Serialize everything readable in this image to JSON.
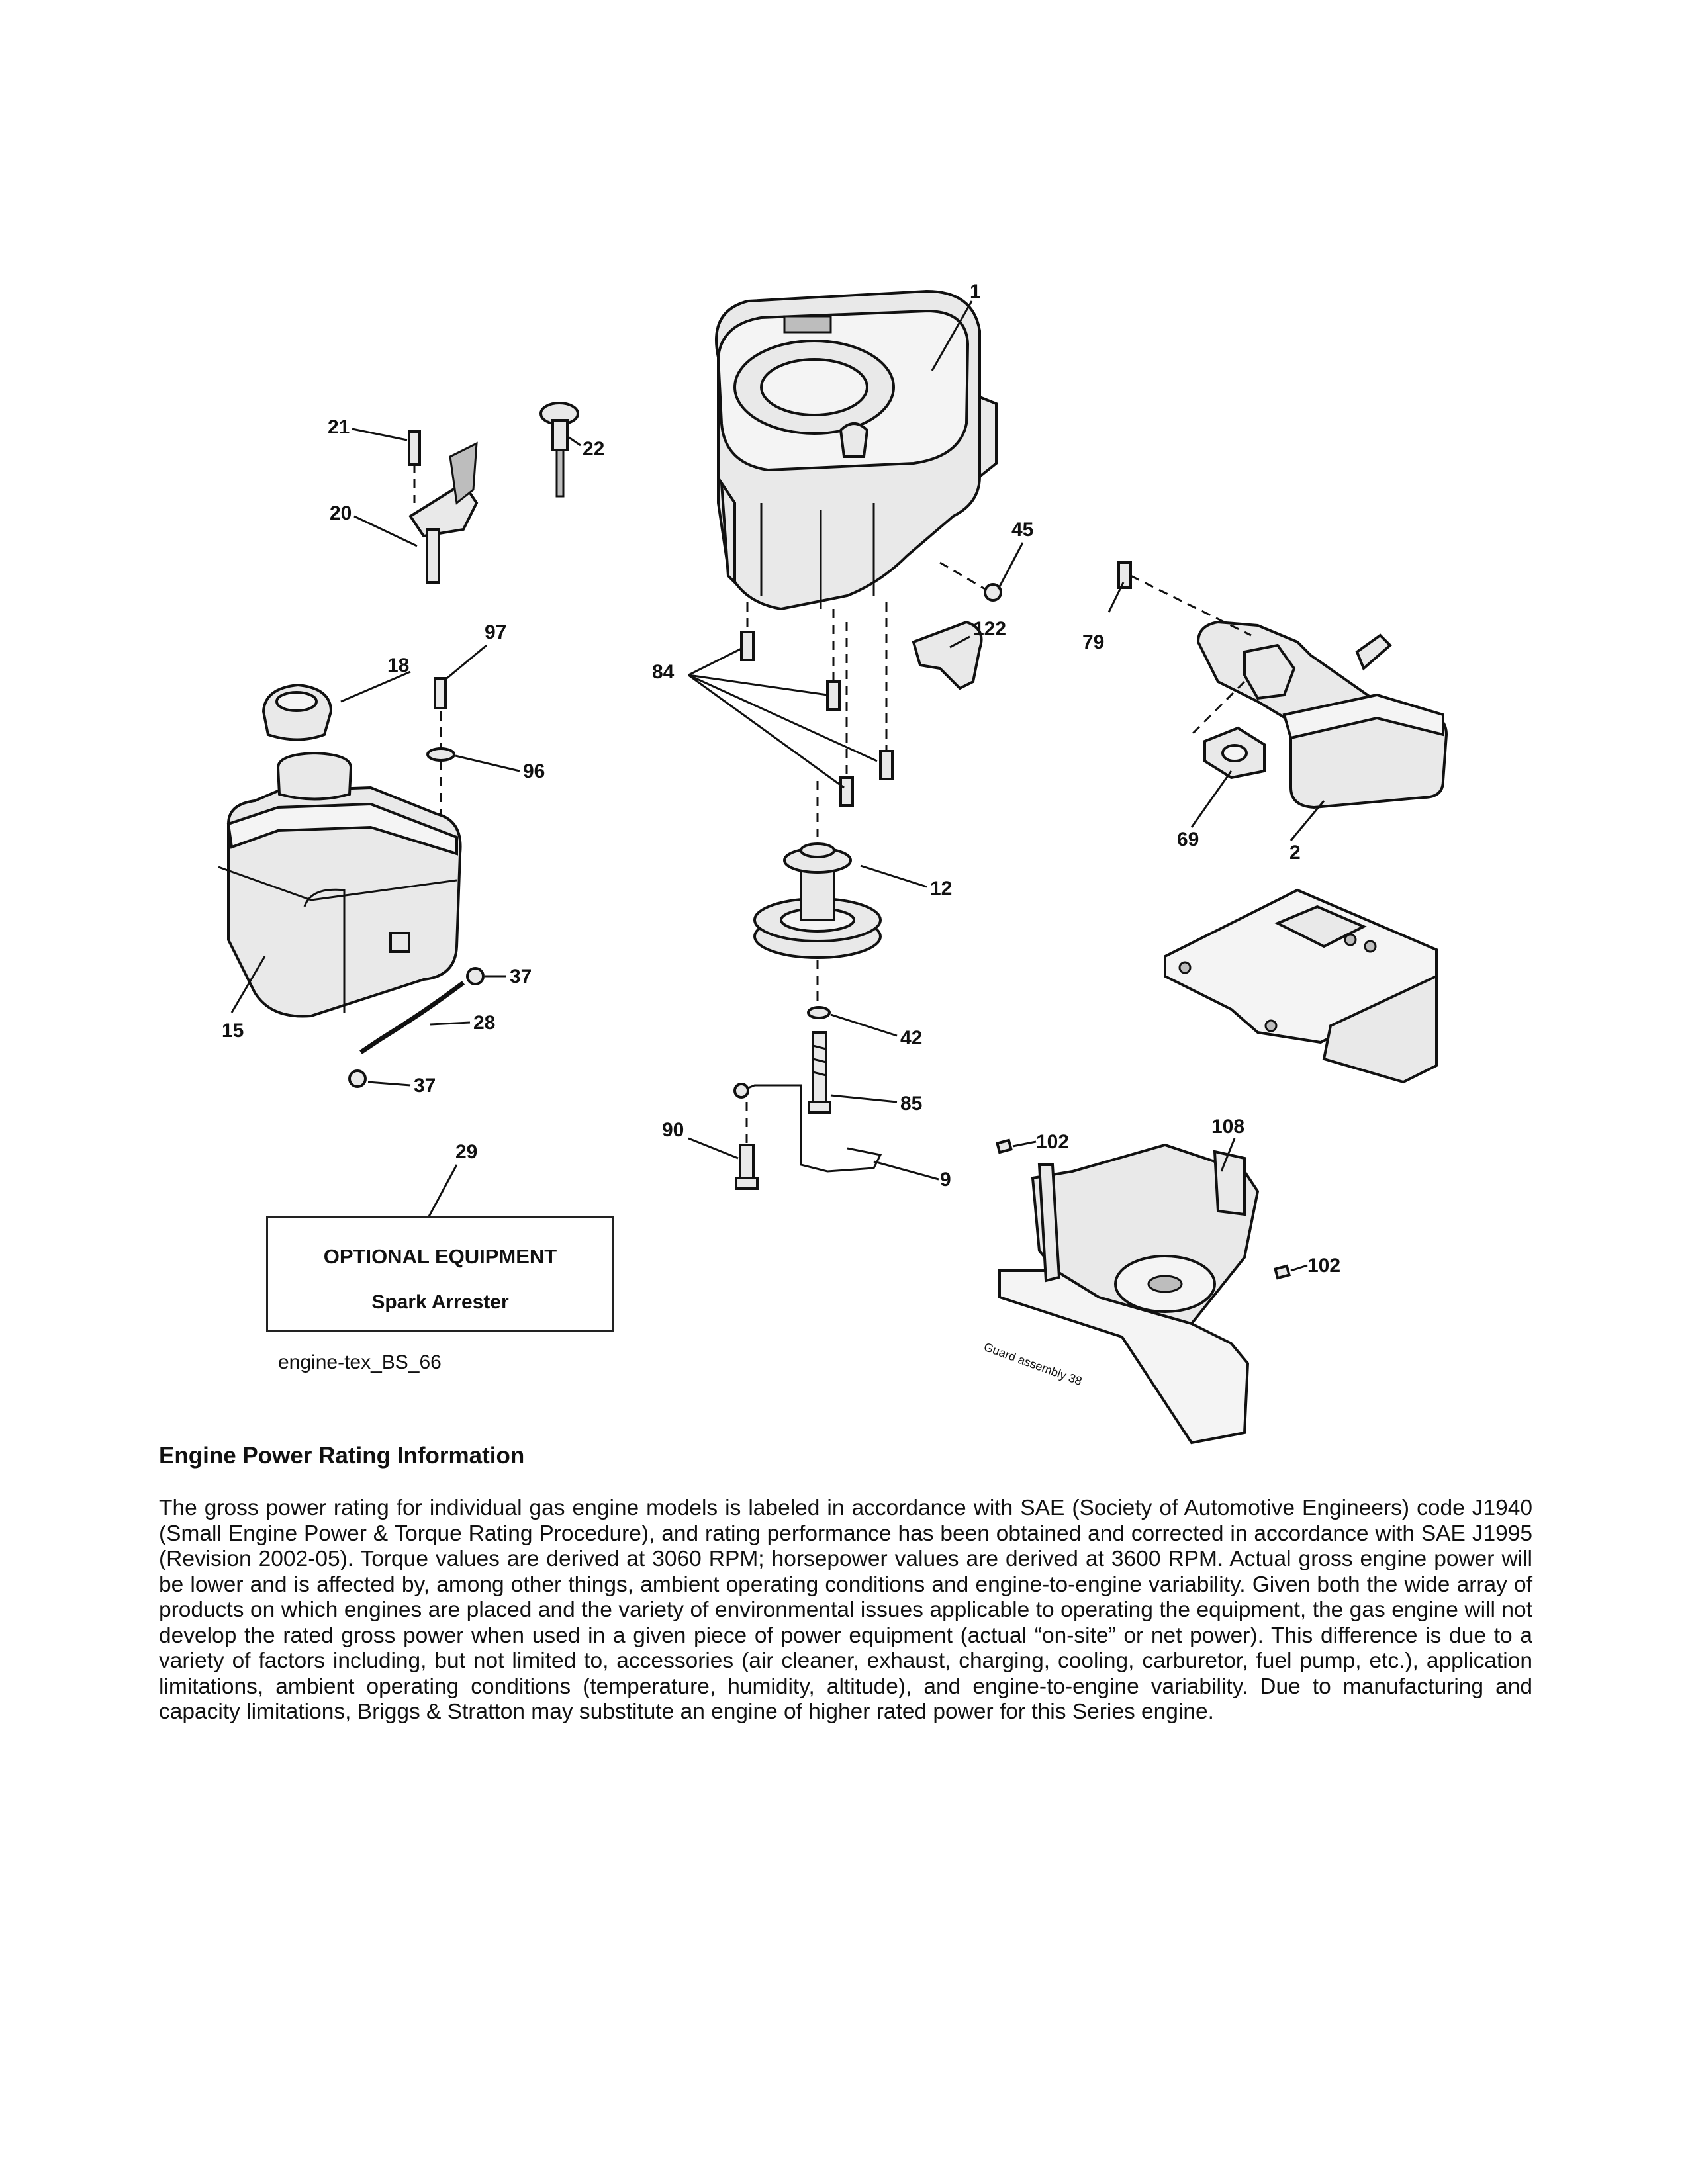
{
  "diagram": {
    "callouts": [
      {
        "id": "c1",
        "text": "1"
      },
      {
        "id": "c21",
        "text": "21"
      },
      {
        "id": "c22",
        "text": "22"
      },
      {
        "id": "c20",
        "text": "20"
      },
      {
        "id": "c45",
        "text": "45"
      },
      {
        "id": "c97",
        "text": "97"
      },
      {
        "id": "c18",
        "text": "18"
      },
      {
        "id": "c84",
        "text": "84"
      },
      {
        "id": "c122",
        "text": "122"
      },
      {
        "id": "c79",
        "text": "79"
      },
      {
        "id": "c96",
        "text": "96"
      },
      {
        "id": "c69",
        "text": "69"
      },
      {
        "id": "c2",
        "text": "2"
      },
      {
        "id": "c12",
        "text": "12"
      },
      {
        "id": "c37a",
        "text": "37"
      },
      {
        "id": "c15",
        "text": "15"
      },
      {
        "id": "c28",
        "text": "28"
      },
      {
        "id": "c42",
        "text": "42"
      },
      {
        "id": "c37b",
        "text": "37"
      },
      {
        "id": "c85",
        "text": "85"
      },
      {
        "id": "c90",
        "text": "90"
      },
      {
        "id": "c108",
        "text": "108"
      },
      {
        "id": "c102a",
        "text": "102"
      },
      {
        "id": "c9",
        "text": "9"
      },
      {
        "id": "c29",
        "text": "29"
      },
      {
        "id": "c102b",
        "text": "102"
      }
    ],
    "guard_label": "Guard assembly 38",
    "optional_equipment": {
      "title": "OPTIONAL EQUIPMENT",
      "item": "Spark Arrester"
    },
    "diagram_code": "engine-tex_BS_66"
  },
  "section": {
    "title": "Engine Power Rating Information",
    "body": "The gross power rating for individual gas engine models is labeled in accordance with SAE (Society of Automotive Engineers) code J1940 (Small Engine Power & Torque Rating Procedure), and rating performance has been obtained and corrected in accordance with SAE J1995 (Revision 2002-05). Torque values are derived at 3060 RPM; horsepower values are derived at 3600 RPM. Actual gross engine power will be lower and is affected by, among other things, ambient operating conditions and engine-to-engine variability. Given both the wide array of products on which engines are placed and the variety of environmental issues applicable to operating the equipment, the gas engine will not develop the rated gross power when used in a given piece of power equipment (actual “on-site” or net power). This difference is due to a variety of factors including, but not limited to, accessories (air cleaner, exhaust, charging, cooling, carburetor, fuel pump, etc.), application limitations, ambient operating conditions (temperature, humidity, altitude), and engine-to-engine variability. Due to manufacturing and capacity limitations, Briggs & Stratton may substitute an engine of higher rated power for this Series engine."
  }
}
